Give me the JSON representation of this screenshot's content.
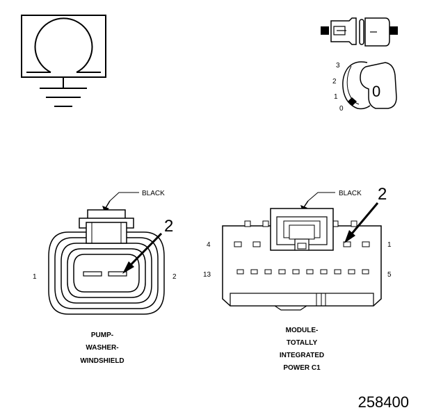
{
  "symbol_panel": {
    "ohmmeter_icon": "ohm-symbol",
    "ground_icon": "ground-symbol"
  },
  "ignition": {
    "positions": [
      "3",
      "2",
      "1",
      "0"
    ],
    "key_label": "0"
  },
  "connector_left": {
    "color_label": "BLACK",
    "probe_number": "2",
    "pin_left": "1",
    "pin_right": "2",
    "caption": [
      "PUMP-",
      "WASHER-",
      "WINDSHIELD"
    ]
  },
  "connector_right": {
    "color_label": "BLACK",
    "probe_number": "2",
    "pin_top_left": "4",
    "pin_top_right": "1",
    "pin_bottom_left": "13",
    "pin_bottom_right": "5",
    "caption": [
      "MODULE-",
      "TOTALLY",
      "INTEGRATED",
      "POWER C1"
    ]
  },
  "figure_number": "258400"
}
